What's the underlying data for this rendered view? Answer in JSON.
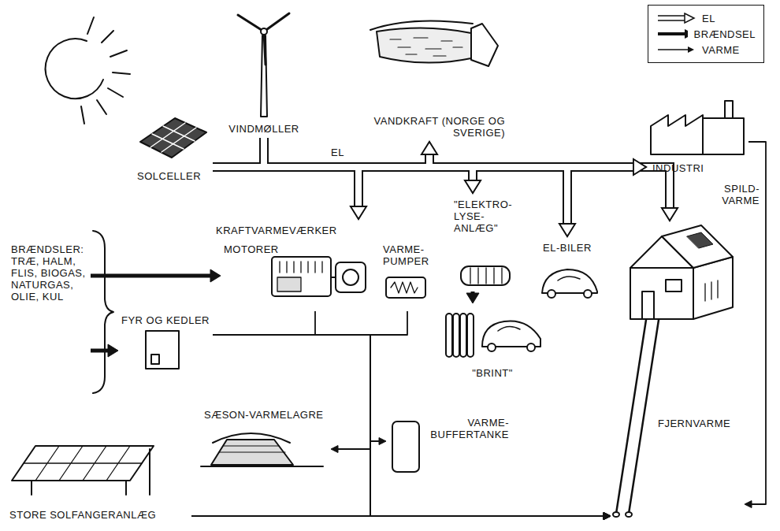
{
  "diagram": {
    "nodes": [
      {
        "text": [
          "SOLCELLER"
        ]
      },
      {
        "text": [
          "VINDMØLLER"
        ]
      },
      {
        "text": [
          "VANDKRAFT (NORGE OG SVERIGE)"
        ]
      },
      {
        "text": [
          "INDUSTRI"
        ]
      },
      {
        "text": [
          "BRÆNDSLER: TRÆ, HALM, FLIS, BIOGAS, NATURGAS, OLIE, KUL"
        ]
      },
      {
        "text": [
          "KRAFTVARMEVÆRKER"
        ]
      },
      {
        "text": [
          "MOTORER"
        ],
        "in": 5
      },
      {
        "text": [
          "VARME- PUMPER"
        ],
        "in": 5
      },
      {
        "text": [
          "\"ELEKTRO- LYSE- ANLÆG\""
        ]
      },
      {
        "text": [
          "EL-BILER"
        ]
      },
      {
        "text": [
          "FYR OG KEDLER"
        ]
      },
      {
        "text": [
          "\"BRINT\""
        ]
      },
      {
        "text": [
          "FJERNVARME"
        ]
      },
      {
        "text": [
          "SÆSON-VARMELAGRE"
        ]
      },
      {
        "text": [
          "VARME- BUFFERTANKE"
        ]
      },
      {
        "text": [
          "STORE SOLFANGERANLÆG"
        ]
      }
    ],
    "edges": [
      {
        "from": 0,
        "to": 5,
        "arrow": "to"
      },
      {
        "from": 0,
        "to": 2,
        "arrow": "to"
      },
      {
        "from": 0,
        "to": 8,
        "arrow": "to"
      },
      {
        "from": 0,
        "to": 9,
        "arrow": "to"
      },
      {
        "from": 0,
        "to": 12,
        "arrow": "to"
      },
      {
        "from": 0,
        "to": 3,
        "arrow": "to"
      },
      {
        "from": 1,
        "to": 5,
        "arrow": "to"
      },
      {
        "from": 1,
        "to": 2,
        "arrow": "to"
      },
      {
        "from": 1,
        "to": 8,
        "arrow": "to"
      },
      {
        "from": 1,
        "to": 9,
        "arrow": "to"
      },
      {
        "from": 1,
        "to": 12,
        "arrow": "to"
      },
      {
        "from": 1,
        "to": 3,
        "arrow": "to"
      },
      {
        "from": 4,
        "to": 6,
        "arrow": "to"
      },
      {
        "from": 4,
        "to": 10,
        "arrow": "to"
      },
      {
        "from": 6,
        "to": 12,
        "arrow": "to"
      },
      {
        "from": 7,
        "to": 12,
        "arrow": "to"
      },
      {
        "from": 10,
        "to": 12,
        "arrow": "to"
      },
      {
        "from": 8,
        "to": 11,
        "arrow": "to"
      },
      {
        "from": 13,
        "to": 12,
        "arrow": "both"
      },
      {
        "from": 14,
        "to": 12,
        "arrow": "both"
      },
      {
        "from": 15,
        "to": 12,
        "arrow": "to"
      },
      {
        "from": 3,
        "to": 12,
        "label": "SPILD- VARME",
        "arrow": "to"
      }
    ],
    "labels": [
      "EL"
    ],
    "legend": [
      {
        "text": "EL"
      },
      {
        "text": "BRÆNDSEL"
      },
      {
        "text": "VARME"
      }
    ]
  }
}
